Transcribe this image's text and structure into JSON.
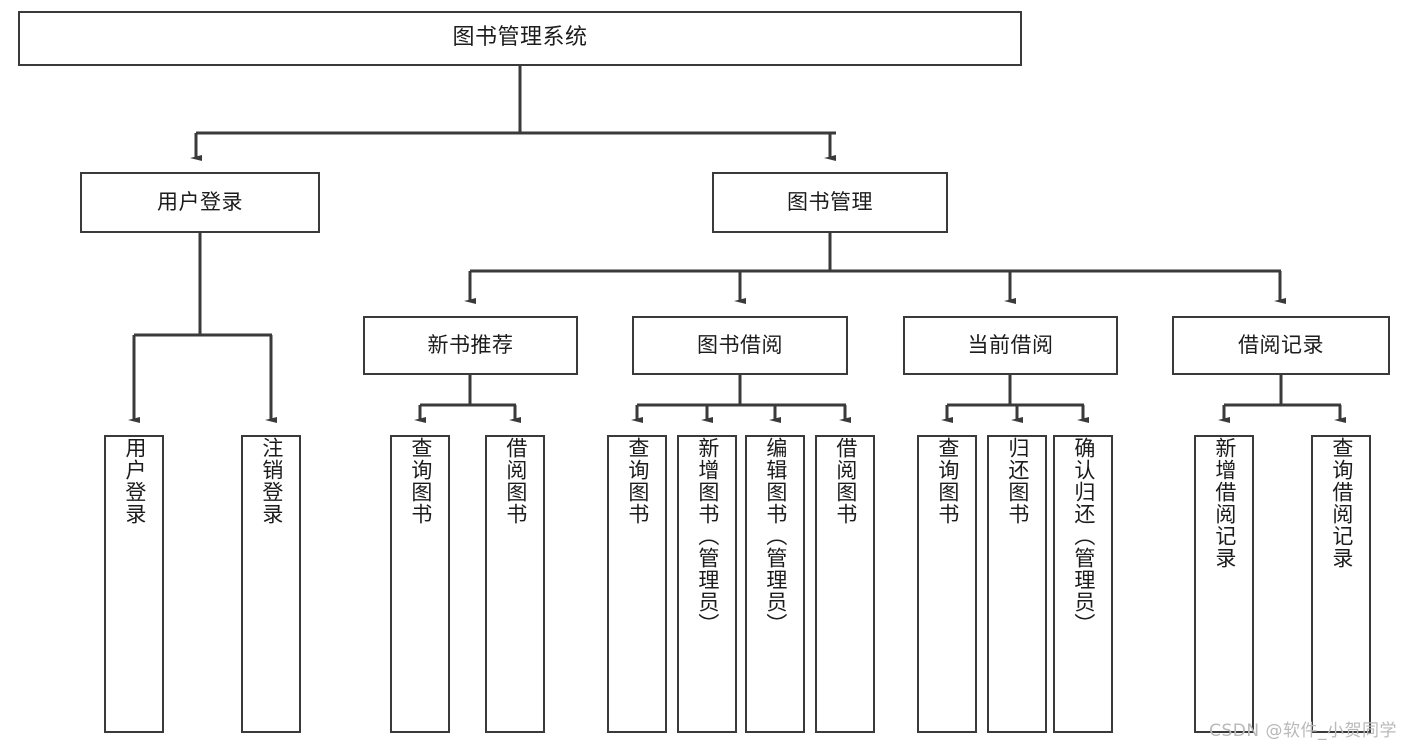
{
  "diagram": {
    "title": "图书管理系统",
    "type": "tree-hierarchy-chart",
    "line_color": "#3a3a3a",
    "text_color": "#1c1c1c",
    "background": "#ffffff"
  },
  "root": {
    "label": "图书管理系统"
  },
  "level2": {
    "user_login": "用户登录",
    "book_manage": "图书管理"
  },
  "level3": {
    "new_book_recommend": "新书推荐",
    "book_borrow": "图书借阅",
    "current_borrow": "当前借阅",
    "borrow_record": "借阅记录"
  },
  "leaves": {
    "user_login_1": "用户登录",
    "user_login_2": "注销登录",
    "recommend_1": "查询图书",
    "recommend_2": "借阅图书",
    "borrow_1": "查询图书",
    "borrow_2": "新增图书（管理员）",
    "borrow_3": "编辑图书（管理员）",
    "borrow_4": "借阅图书",
    "current_1": "查询图书",
    "current_2": "归还图书",
    "current_3": "确认归还（管理员）",
    "record_1": "新增借阅记录",
    "record_2": "查询借阅记录"
  },
  "watermark": {
    "text": "CSDN @软件_小贺同学"
  }
}
